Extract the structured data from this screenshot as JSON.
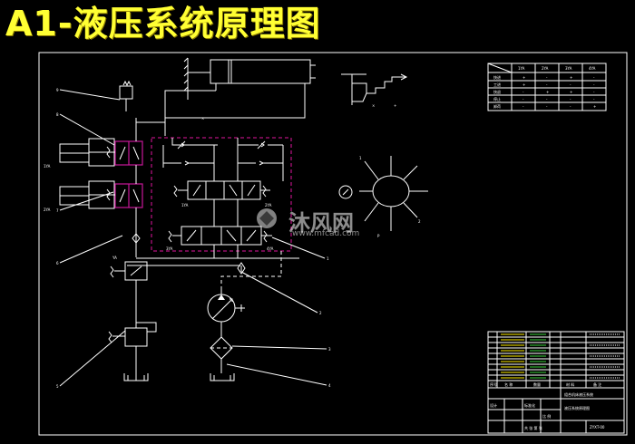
{
  "title": "A1-液压系统原理图",
  "watermark": {
    "text": "沐风网",
    "url": "www.mfcad.com"
  },
  "valve_labels": {
    "v1": "1YA",
    "v2": "2YA",
    "v3": "3YA",
    "v4": "4YA",
    "v5": "1YA",
    "v6": "2YA"
  },
  "action_table": {
    "headers": [
      "",
      "1YA",
      "2YA",
      "3YA",
      "4YA"
    ],
    "rows": [
      [
        "快进",
        "+",
        "-",
        "+",
        "-"
      ],
      [
        "工进",
        "+",
        "-",
        "-",
        "-"
      ],
      [
        "快退",
        "-",
        "+",
        "+",
        "-"
      ],
      [
        "停止",
        "-",
        "-",
        "-",
        "-"
      ],
      [
        "卸荷",
        "-",
        "-",
        "-",
        "+"
      ]
    ]
  },
  "title_block": {
    "header": [
      "序号",
      "名 称",
      "数量",
      "材 料",
      "备 注"
    ],
    "designer_row": [
      "设计",
      "标准化",
      "",
      "比 例"
    ],
    "drawing_name": "液压系统原理图",
    "project_name": "组合机床液压系统",
    "code": "ZYXT-00",
    "footer": "共 张  第 张"
  }
}
